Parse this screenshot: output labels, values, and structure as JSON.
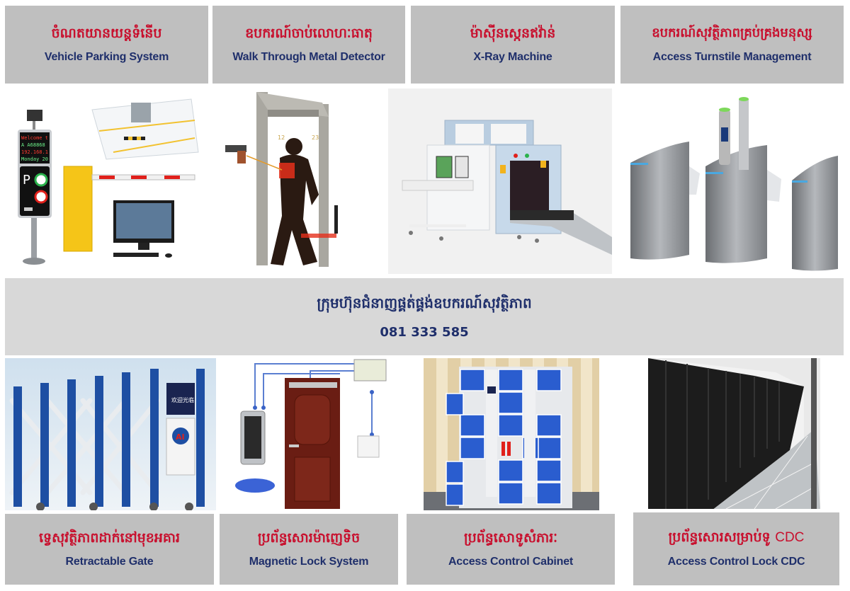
{
  "products_top": [
    {
      "kh": "ចំណតយានយន្តទំនើប",
      "en": "Vehicle Parking System",
      "image": "parking-system-photo"
    },
    {
      "kh": "ឧបករណ៍ចាប់លោហៈធាតុ",
      "en": "Walk Through Metal Detector",
      "image": "metal-detector-photo"
    },
    {
      "kh": "ម៉ាស៊ីនស្កេនឥវ៉ាន់",
      "en": "X-Ray Machine",
      "image": "xray-machine-photo"
    },
    {
      "kh": "ឧបករណ៍សុវត្ថិភាពគ្រប់គ្រងមនុស្ស",
      "en": "Access Turnstile Management",
      "image": "turnstile-photo"
    }
  ],
  "banner": {
    "company_kh": "ក្រុមហ៊ុនជំនាញផ្គត់ផ្គង់ឧបករណ៍សុវត្ថិភាព",
    "phone": "081 333 585"
  },
  "products_bottom": [
    {
      "kh": "ទ្វេសុវត្ថិភាពដាក់នៅមុខអគារ",
      "en": "Retractable Gate",
      "image": "retractable-gate-photo"
    },
    {
      "kh": "ប្រព័ន្ធសោរម៉ាញេទិច",
      "en": "Magnetic Lock System",
      "image": "magnetic-lock-photo"
    },
    {
      "kh": "ប្រព័ន្ធសោទូសំភារៈ",
      "en": "Access Control Cabinet",
      "image": "locker-cabinet-photo"
    },
    {
      "kh": "ប្រព័ន្ធសោរសម្រាប់ទូ",
      "kh_suffix": "CDC",
      "en": "Access Control Lock CDC",
      "image": "server-rack-photo"
    }
  ],
  "parking_display": {
    "line1": "Welcome t",
    "line2": "A A68868",
    "line3": "192.168.1",
    "line4": "Monday 20"
  },
  "colors": {
    "box_bg": "#bfbfbf",
    "banner_bg": "#d8d8d8",
    "khmer_red": "#c8102e",
    "navy": "#1f2f6b"
  }
}
